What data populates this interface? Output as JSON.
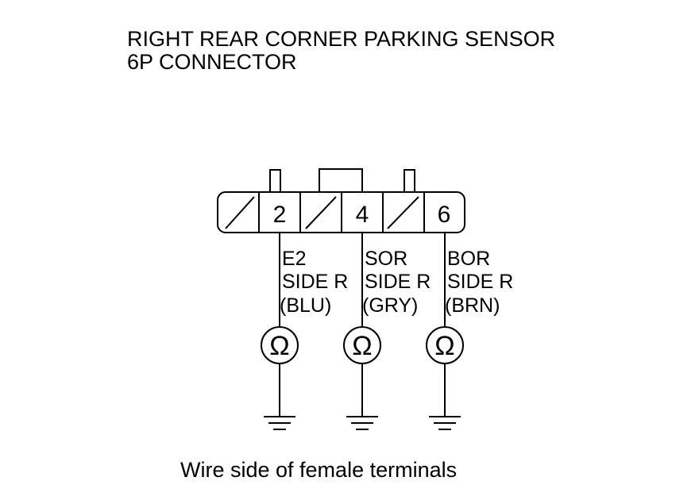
{
  "title": {
    "line1": "RIGHT REAR CORNER PARKING SENSOR",
    "line2": "6P CONNECTOR"
  },
  "connector": {
    "pins": [
      "2",
      "4",
      "6"
    ]
  },
  "wires": [
    {
      "pin": "2",
      "name": "E2",
      "side": "SIDE R",
      "color": "(BLU)"
    },
    {
      "pin": "4",
      "name": "SOR",
      "side": "SIDE R",
      "color": "(GRY)"
    },
    {
      "pin": "6",
      "name": "BOR",
      "side": "SIDE R",
      "color": "(BRN)"
    }
  ],
  "meter_symbol": "Ω",
  "footer": "Wire side of female terminals"
}
